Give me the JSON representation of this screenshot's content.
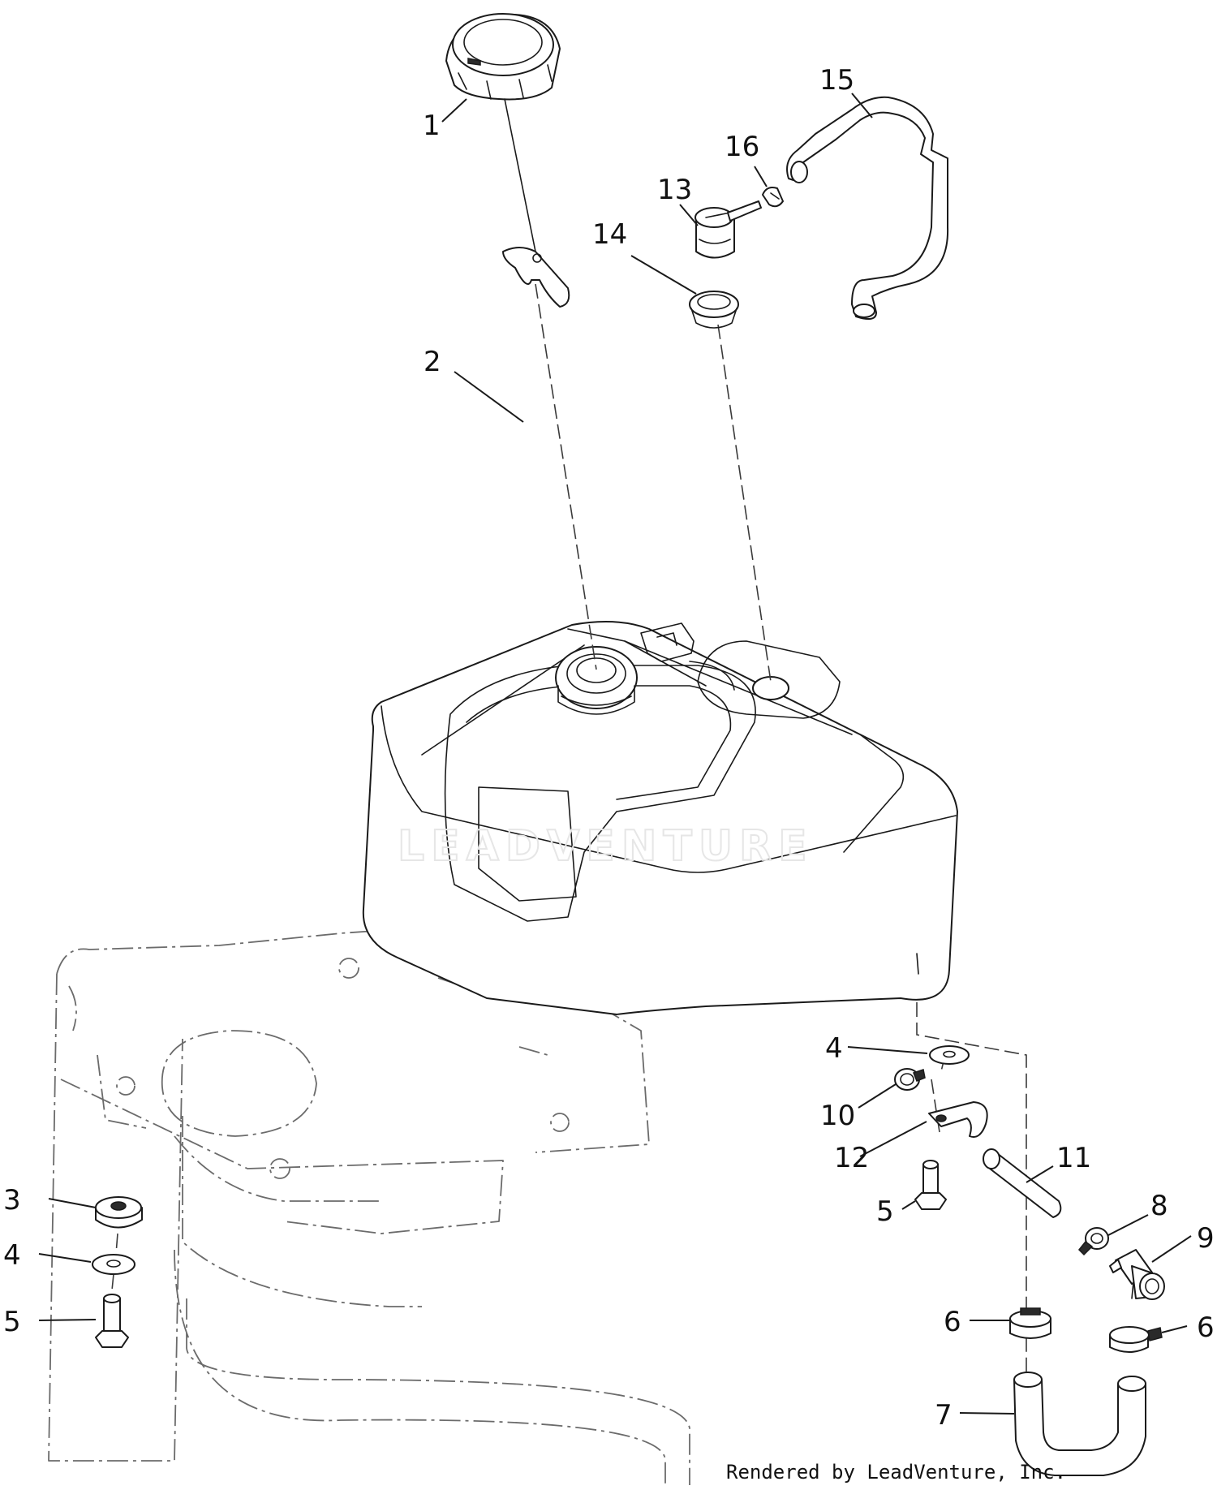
{
  "watermark": "LEADVENTURE",
  "credit": "Rendered by LeadVenture, Inc.",
  "callouts": [
    "1",
    "2",
    "13",
    "14",
    "15",
    "16",
    "3",
    "4",
    "5",
    "4",
    "10",
    "12",
    "5",
    "11",
    "8",
    "9",
    "6",
    "6",
    "7"
  ]
}
